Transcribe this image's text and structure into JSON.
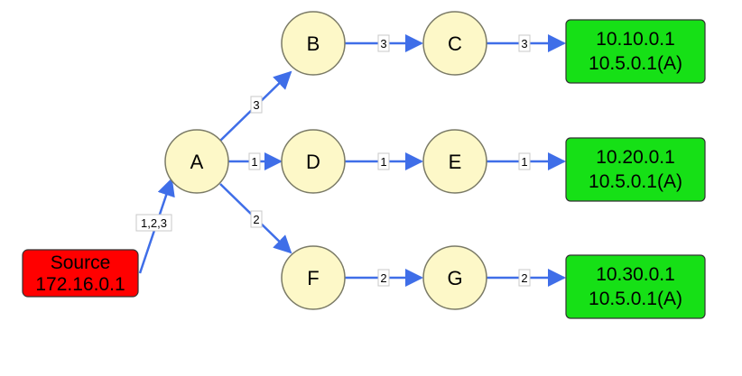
{
  "colors": {
    "router_fill": "#fdf8c8",
    "router_stroke": "#7a7a66",
    "source_fill": "#ff0000",
    "dest_fill": "#16e016",
    "box_stroke": "#333333",
    "edge": "#3f6ee8"
  },
  "source": {
    "line1": "Source",
    "line2": "172.16.0.1"
  },
  "routers": {
    "A": "A",
    "B": "B",
    "C": "C",
    "D": "D",
    "E": "E",
    "F": "F",
    "G": "G"
  },
  "destinations": [
    {
      "line1": "10.10.0.1",
      "line2": "10.5.0.1(A)"
    },
    {
      "line1": "10.20.0.1",
      "line2": "10.5.0.1(A)"
    },
    {
      "line1": "10.30.0.1",
      "line2": "10.5.0.1(A)"
    }
  ],
  "edges": {
    "source_a": "1,2,3",
    "a_b": "3",
    "b_c": "3",
    "c_d1": "3",
    "a_d": "1",
    "d_e": "1",
    "e_d2": "1",
    "a_f": "2",
    "f_g": "2",
    "g_d3": "2"
  }
}
